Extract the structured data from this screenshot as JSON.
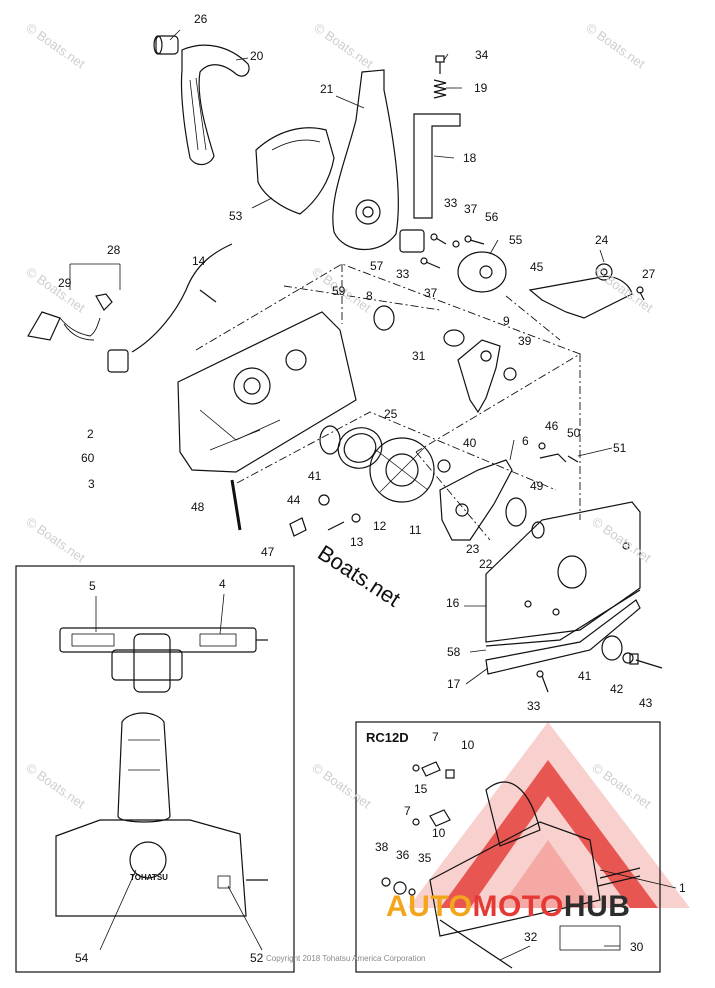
{
  "labels": {
    "l26": "26",
    "l20": "20",
    "l21": "21",
    "l34": "34",
    "l19": "19",
    "l18": "18",
    "l53": "53",
    "l33a": "33",
    "l37a": "37",
    "l56": "56",
    "l55": "55",
    "l57": "57",
    "l33b": "33",
    "l37b": "37",
    "l24": "24",
    "l45": "45",
    "l27": "27",
    "l28": "28",
    "l29": "29",
    "l14": "14",
    "l59": "59",
    "l8": "8",
    "l31": "31",
    "l9": "9",
    "l39": "39",
    "l25": "25",
    "l2": "2",
    "l60": "60",
    "l3": "3",
    "l41a": "41",
    "l40": "40",
    "l6": "6",
    "l46": "46",
    "l50": "50",
    "l51": "51",
    "l49": "49",
    "l44": "44",
    "l11": "11",
    "l48": "48",
    "l12": "12",
    "l13": "13",
    "l47": "47",
    "l23": "23",
    "l22": "22",
    "l16": "16",
    "l58": "58",
    "l17": "17",
    "l41b": "41",
    "l42": "42",
    "l43": "43",
    "l33c": "33",
    "l5": "5",
    "l4": "4",
    "l54": "54",
    "l52": "52",
    "l7a": "7",
    "l10a": "10",
    "l15": "15",
    "l7b": "7",
    "l10b": "10",
    "l38": "38",
    "l36": "36",
    "l35": "35",
    "l1": "1",
    "l32": "32",
    "l30": "30"
  },
  "inset_title": "RC12D",
  "watermark": "© Boats.net",
  "watermark_center": "Boats.net",
  "copyright": "Copyright 2018 Tohatsu America Corporation",
  "tohatsu_logo": "TOHATSU",
  "brand_logo": {
    "part1": "AUTO",
    "part2": "MOTO",
    "part3": "HUB"
  },
  "colors": {
    "logo_orange": "#f3a51b",
    "logo_red": "#e53935",
    "logo_dark": "#2d2d2d"
  }
}
